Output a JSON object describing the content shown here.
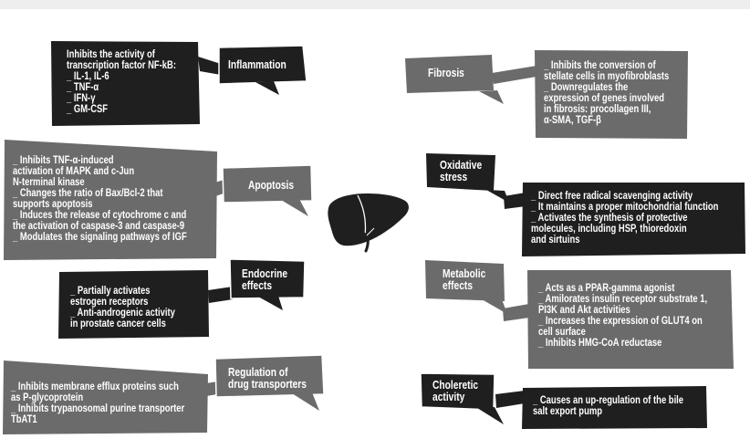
{
  "center": {
    "icon": "liver-icon"
  },
  "colors": {
    "dark": "#1f1f1f",
    "gray": "#6b6b6b",
    "background": "#ffffff",
    "text": "#ffffff"
  },
  "effects": [
    {
      "id": "inflammation",
      "label": [
        "Inflammation"
      ],
      "details": [
        "Inhibits the activity of",
        "transcription factor NF-kB:",
        "_ IL-1, IL-6",
        "_ TNF-α",
        "_ IFN-γ",
        "_ GM-CSF"
      ]
    },
    {
      "id": "fibrosis",
      "label": [
        "Fibrosis"
      ],
      "details": [
        "_ Inhibits the conversion of",
        "stellate cells in myofibroblasts",
        "_ Downregulates the",
        "expression of genes involved",
        "in fibrosis: procollagen III,",
        "α-SMA, TGF-β"
      ]
    },
    {
      "id": "apoptosis",
      "label": [
        "Apoptosis"
      ],
      "details": [
        "_ Inhibits TNF-α-induced",
        "activation of MAPK and c-Jun",
        "N-terminal kinase",
        "_ Changes the ratio of Bax/Bcl-2 that",
        "supports apoptosis",
        "_ Induces the release of cytochrome c and",
        "the activation of caspase-3 and caspase-9",
        "_ Modulates the signaling pathways of IGF"
      ]
    },
    {
      "id": "oxidative-stress",
      "label": [
        "Oxidative",
        "stress"
      ],
      "details": [
        "_ Direct free radical scavenging activity",
        "_ It maintains a proper mitochondrial function",
        "_ Activates the synthesis of protective",
        "molecules, including HSP, thioredoxin",
        "and sirtuins"
      ]
    },
    {
      "id": "endocrine-effects",
      "label": [
        "Endocrine",
        "effects"
      ],
      "details": [
        "_ Partially activates",
        "estrogen receptors",
        "_ Anti-androgenic activity",
        "in prostate cancer cells"
      ]
    },
    {
      "id": "metabolic-effects",
      "label": [
        "Metabolic",
        "effects"
      ],
      "details": [
        "_ Acts as a PPAR-gamma agonist",
        "_ Amilorates insulin receptor substrate 1,",
        "PI3K and Akt activities",
        "_ Increases the expression of GLUT4 on",
        "cell surface",
        "_ Inhibits HMG-CoA reductase"
      ]
    },
    {
      "id": "regulation-of-drug-transporters",
      "label": [
        "Regulation of",
        "drug transporters"
      ],
      "details": [
        "_ Inhibits membrane efflux proteins such",
        "as P-glycoprotein",
        "_ Inhibits trypanosomal purine transporter",
        "TbAT1"
      ]
    },
    {
      "id": "choleretic-activity",
      "label": [
        "Choleretic",
        "activity"
      ],
      "details": [
        "_ Causes an up-regulation of the bile",
        "salt export pump"
      ]
    }
  ]
}
